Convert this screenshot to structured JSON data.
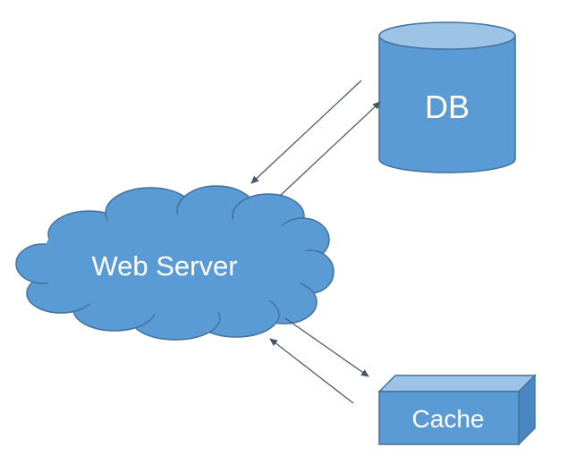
{
  "nodes": {
    "db": {
      "label": "DB"
    },
    "web_server": {
      "label": "Web Server"
    },
    "cache": {
      "label": "Cache"
    }
  },
  "colors": {
    "fill": "#5b9bd5",
    "top_face": "#9dc3e6",
    "side_face": "#4a86c1",
    "outline": "#41719c",
    "arrow": "#44546a",
    "label": "#ffffff"
  }
}
